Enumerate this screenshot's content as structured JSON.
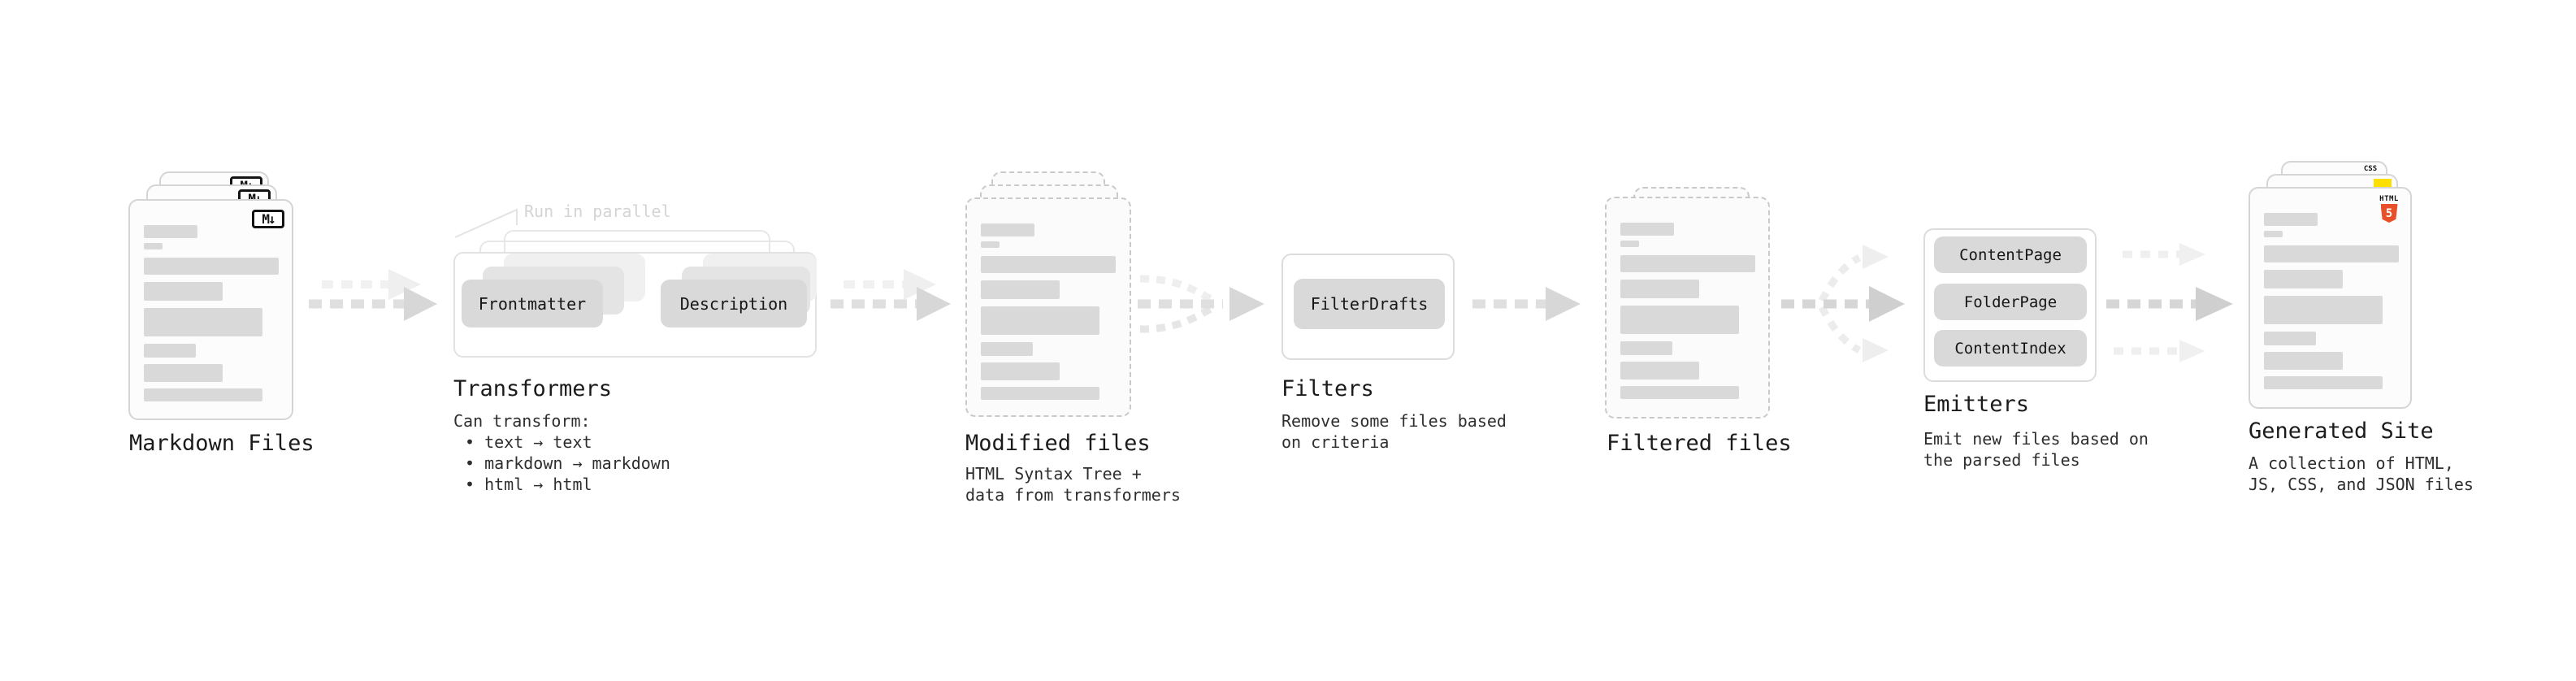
{
  "stages": {
    "markdown": {
      "label": "Markdown Files",
      "badge": "M↓"
    },
    "transformers": {
      "label": "Transformers",
      "note": "Run in parallel",
      "pills": [
        "Frontmatter",
        "Description"
      ],
      "desc": "Can transform:",
      "bullets": [
        "• text → text",
        "• markdown → markdown",
        "• html → html"
      ]
    },
    "modified": {
      "label": "Modified files",
      "desc_lines": [
        "HTML Syntax Tree +",
        "data from transformers"
      ]
    },
    "filters": {
      "label": "Filters",
      "pill": "FilterDrafts",
      "desc_lines": [
        "Remove some files based",
        "on criteria"
      ]
    },
    "filtered": {
      "label": "Filtered files"
    },
    "emitters": {
      "label": "Emitters",
      "pills": [
        "ContentPage",
        "FolderPage",
        "ContentIndex"
      ],
      "desc_lines": [
        "Emit new files based on",
        "the parsed files"
      ]
    },
    "generated": {
      "label": "Generated Site",
      "desc_lines": [
        "A collection of HTML,",
        "JS, CSS, and JSON files"
      ],
      "badges": {
        "css": "CSS",
        "html_label": "HTML",
        "html_number": "5"
      }
    }
  },
  "colors": {
    "html5_orange": "#e8502a",
    "js_yellow": "#ffdf00",
    "css_blue": "#2862e9",
    "bar_gray": "#d9d9d9",
    "pill_gray": "#d9d9d9"
  }
}
